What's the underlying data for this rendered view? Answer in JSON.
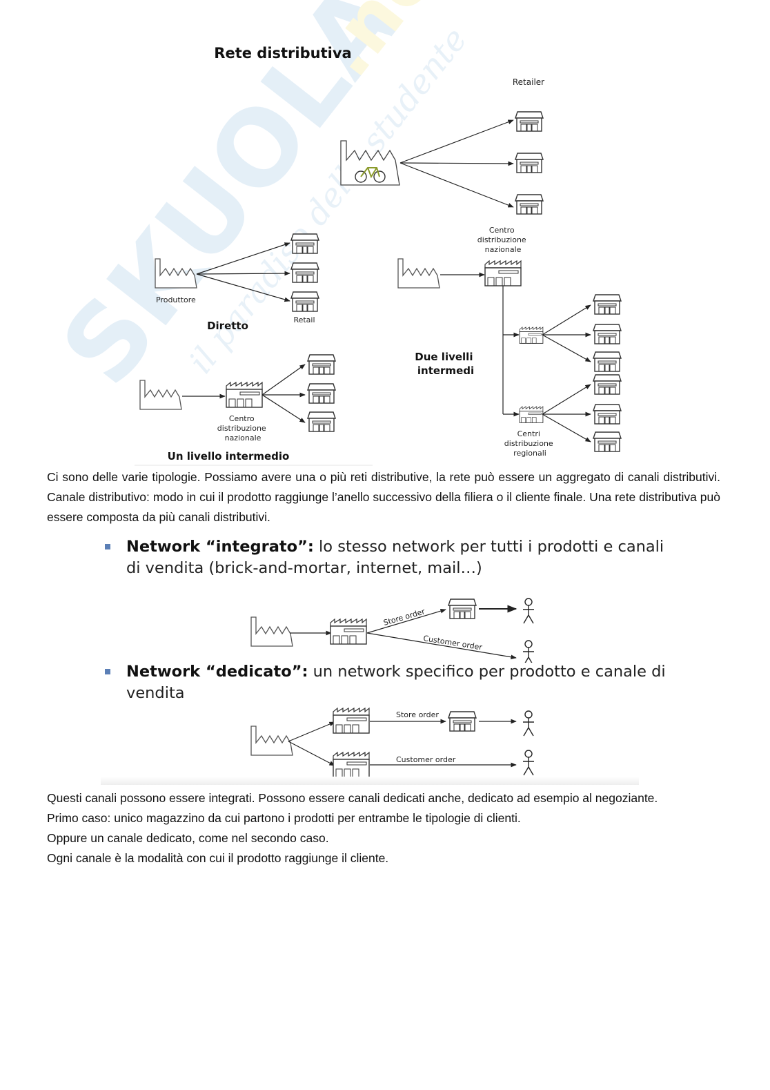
{
  "figure_top": {
    "title": "Rete distributiva",
    "retailer_label": "Retailer",
    "producer_label": "Produttore",
    "direct_label": "Diretto",
    "retail_label": "Retail",
    "one_level_label": "Un livello intermedio",
    "national_dc_lines": [
      "Centro",
      "distribuzione",
      "nazionale"
    ],
    "national_dc_lines_2": [
      "Centro",
      "distribuzione",
      "nazionale"
    ],
    "two_levels_lines": [
      "Due livelli",
      "intermedi"
    ],
    "regional_dc_lines": [
      "Centri",
      "distribuzione",
      "regionali"
    ]
  },
  "paragraph_1": "Ci sono delle varie tipologie. Possiamo avere una o più reti distributive, la rete può essere un aggregato di canali distributivi. Canale distributivo: modo in cui il prodotto raggiunge l’anello successivo della filiera o il cliente finale. Una rete distributiva può essere composta da più canali distributivi.",
  "bullets": [
    {
      "bold": "Network “integrato”:",
      "rest": " lo stesso network per tutti i prodotti e canali di vendita (brick-and-mortar,  internet, mail…)"
    },
    {
      "bold": "Network “dedicato”:",
      "rest": " un network specifico per prodotto e canale di vendita"
    }
  ],
  "integrated_labels": {
    "store_order": "Store order",
    "customer_order": "Customer order"
  },
  "dedicated_labels": {
    "store_order": "Store order",
    "customer_order": "Customer order"
  },
  "lines_bottom": [
    "Questi canali possono essere integrati. Possono essere canali dedicati anche, dedicato ad esempio al negoziante.",
    "Primo caso: unico magazzino da cui partono i prodotti per entrambe le tipologie di clienti.",
    "Oppure un canale dedicato, come nel secondo caso.",
    "Ogni canale è la modalità con cui il prodotto raggiunge il cliente."
  ],
  "watermark": {
    "brand": "SKUOLA.net",
    "tagline": "il paradiso dello studente"
  },
  "colors": {
    "watermark": "#dbe9f5",
    "watermark_accent": "#fbf4c4",
    "bullet": "#5b7fb6"
  }
}
